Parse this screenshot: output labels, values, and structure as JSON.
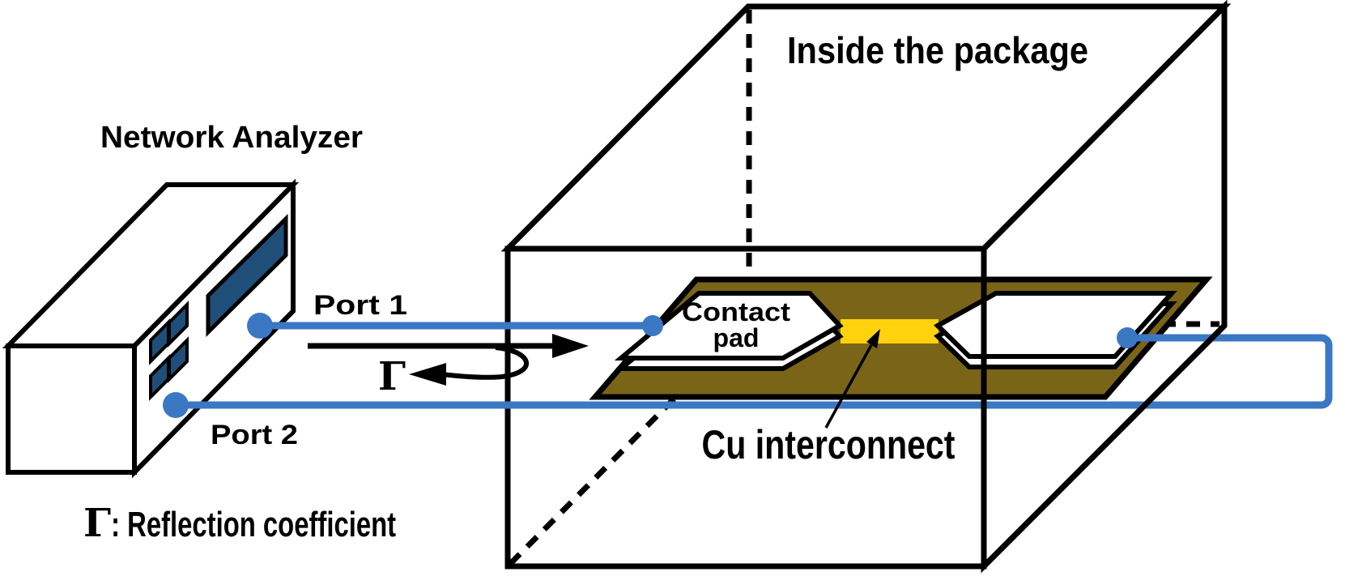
{
  "figure": {
    "analyzer_title": "Network Analyzer",
    "package_title": "Inside the package",
    "port1_label": "Port 1",
    "port2_label": "Port 2",
    "contact_pad_line1": "Contact",
    "contact_pad_line2": "pad",
    "interconnect_label": "Cu interconnect",
    "gamma_symbol": "Γ",
    "legend_gamma": "Γ",
    "legend_rest": ": Reflection coefficient"
  },
  "colors": {
    "cable_blue": "#3b78c4",
    "screen_blue": "#1f4e79",
    "button_blue": "#1f4e79",
    "substrate_brown": "#7a6418",
    "interconnect_yellow": "#ffd20d",
    "outline_black": "#000000",
    "background_white": "#ffffff"
  }
}
